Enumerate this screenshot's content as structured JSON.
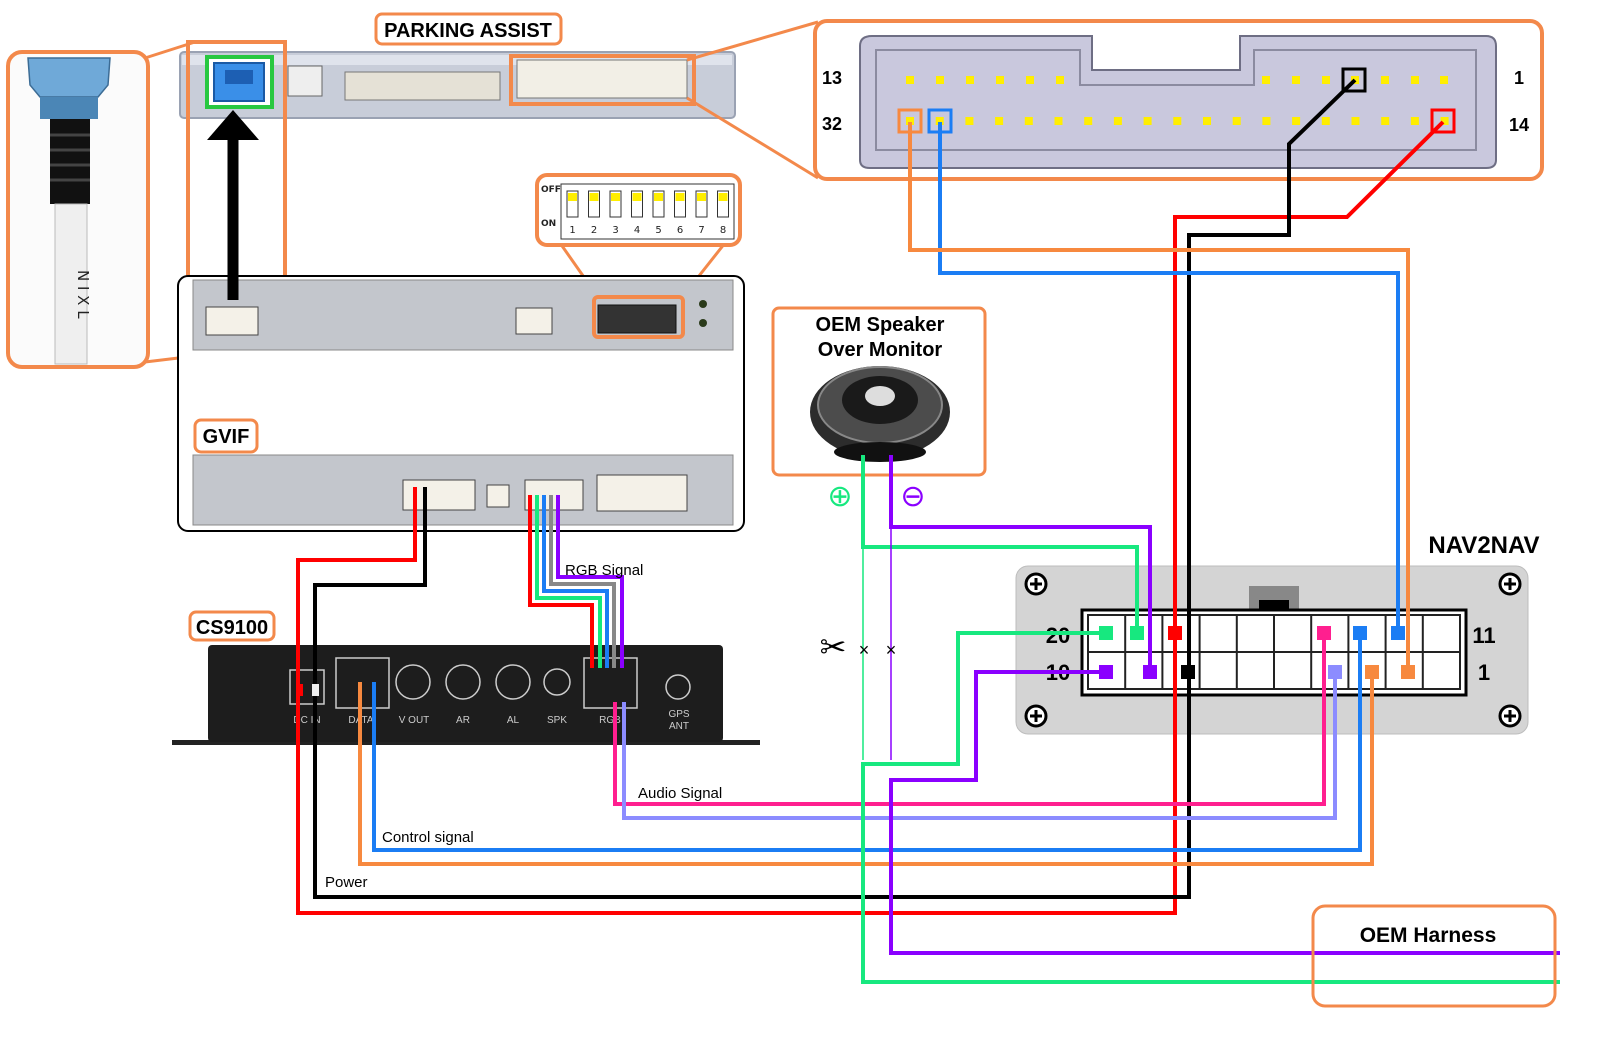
{
  "labels": {
    "parking_assist": "PARKING ASSIST",
    "gvif": "GVIF",
    "cs9100": "CS9100",
    "nav2nav": "NAV2NAV",
    "oem_speaker_line1": "OEM Speaker",
    "oem_speaker_line2": "Over Monitor",
    "oem_harness": "OEM Harness",
    "rgb_signal": "RGB Signal",
    "audio_signal": "Audio Signal",
    "control_signal": "Control signal",
    "power": "Power",
    "plus_symbol": "⊕",
    "minus_symbol": "⊖",
    "scissors": "✂",
    "cut_mark": "×"
  },
  "connector32": {
    "pin_13": "13",
    "pin_1": "1",
    "pin_32": "32",
    "pin_14": "14"
  },
  "nav_connector": {
    "pin_20": "20",
    "pin_11": "11",
    "pin_10": "10",
    "pin_1": "1"
  },
  "dip_switch": {
    "off_label": "OFF",
    "on_label": "ON",
    "numbers": [
      "1",
      "2",
      "3",
      "4",
      "5",
      "6",
      "7",
      "8"
    ]
  },
  "cs9100_ports": {
    "dc_in": "DC IN",
    "data": "DATA",
    "vout": "V OUT",
    "ar": "AR",
    "al": "AL",
    "spk": "SPK",
    "rgb": "RGB",
    "gps_line1": "GPS",
    "gps_line2": "ANT"
  },
  "cable_text": "N I X L",
  "colors": {
    "accent_orange": "#f3894b",
    "wire_red": "#ff0000",
    "wire_black": "#000000",
    "wire_green": "#17e87f",
    "wire_purple": "#8a00ff",
    "wire_blue": "#1b7df4",
    "wire_pink": "#ff1f8f",
    "wire_lavender": "#8c8cff",
    "wire_orange": "#f7893f",
    "pin_yellow": "#ffee00"
  }
}
